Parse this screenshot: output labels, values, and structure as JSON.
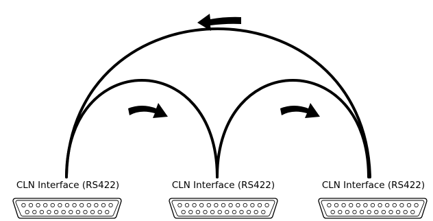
{
  "connectors": [
    {
      "label": "CLN Interface (RS422)"
    },
    {
      "label": "CLN Interface (RS422)"
    },
    {
      "label": "CLN Interface (RS422)"
    }
  ],
  "connector_pins": {
    "top_row": 13,
    "bottom_row": 12
  },
  "links": [
    {
      "from": 0,
      "to": 1,
      "direction": "right"
    },
    {
      "from": 1,
      "to": 2,
      "direction": "right"
    },
    {
      "from": 2,
      "to": 0,
      "direction": "left"
    }
  ],
  "colors": {
    "line": "#000000",
    "background": "#ffffff"
  }
}
